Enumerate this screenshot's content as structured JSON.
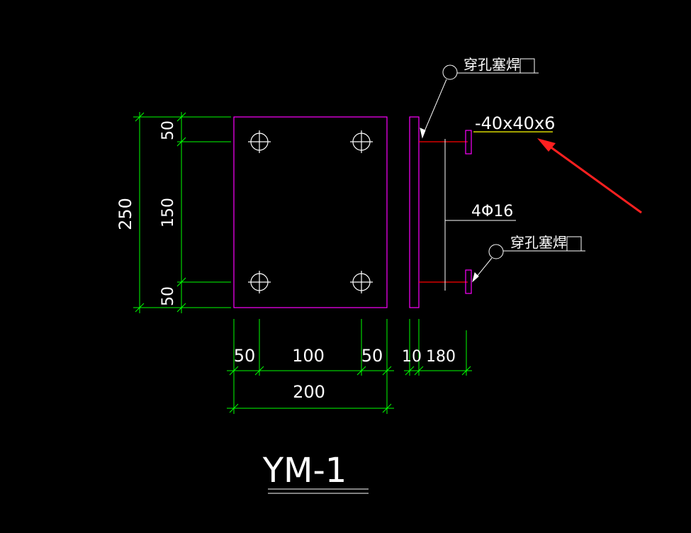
{
  "drawing": {
    "title": "YM-1",
    "plate_spec": "-40x40x6",
    "bolts": "4Φ16",
    "weld_note_top": "穿孔塞焊",
    "weld_note_bottom": "穿孔塞焊"
  },
  "dimensions": {
    "left_total": "250",
    "left_top": "50",
    "left_mid": "150",
    "left_bottom": "50",
    "bottom_a": "50",
    "bottom_b": "100",
    "bottom_c": "50",
    "bottom_total": "200",
    "side_plate": "10",
    "side_length": "180"
  },
  "colors": {
    "background": "#000000",
    "plate": "#ff00ff",
    "dimension": "#00ff00",
    "anchor": "#ff0000",
    "text": "#ffffff",
    "leader_highlight": "#ffff00",
    "arrow": "#ff2020"
  }
}
